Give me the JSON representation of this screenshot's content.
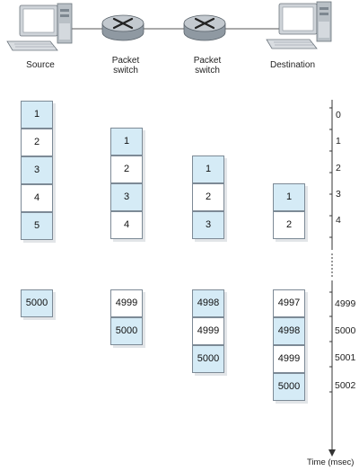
{
  "nodes": [
    {
      "id": "source",
      "label": "Source",
      "kind": "computer"
    },
    {
      "id": "switch1",
      "label": "Packet\nswitch",
      "kind": "router"
    },
    {
      "id": "switch2",
      "label": "Packet\nswitch",
      "kind": "router"
    },
    {
      "id": "destination",
      "label": "Destination",
      "kind": "computer"
    }
  ],
  "columns_top": [
    {
      "node": "source",
      "packets": [
        "1",
        "2",
        "3",
        "4",
        "5"
      ],
      "highlight": [
        0,
        2,
        4
      ]
    },
    {
      "node": "switch1",
      "packets": [
        "1",
        "2",
        "3",
        "4"
      ],
      "highlight": [
        0,
        2
      ]
    },
    {
      "node": "switch2",
      "packets": [
        "1",
        "2",
        "3"
      ],
      "highlight": [
        0,
        2
      ]
    },
    {
      "node": "destination",
      "packets": [
        "1",
        "2"
      ],
      "highlight": [
        0
      ]
    }
  ],
  "columns_bottom": [
    {
      "node": "source",
      "packets": [
        "5000"
      ],
      "highlight": [
        0
      ]
    },
    {
      "node": "switch1",
      "packets": [
        "4999",
        "5000"
      ],
      "highlight": [
        1
      ]
    },
    {
      "node": "switch2",
      "packets": [
        "4998",
        "4999",
        "5000"
      ],
      "highlight": [
        0,
        2
      ]
    },
    {
      "node": "destination",
      "packets": [
        "4997",
        "4998",
        "4999",
        "5000"
      ],
      "highlight": [
        1,
        3
      ]
    }
  ],
  "time_axis": {
    "ticks_top": [
      "0",
      "1",
      "2",
      "3",
      "4"
    ],
    "ticks_bottom": [
      "4999",
      "5000",
      "5001",
      "5002"
    ],
    "caption": "Time (msec)"
  },
  "colors": {
    "highlight": "#d5ebf6",
    "border": "#7d8a96",
    "router_body": "#9aa3ab",
    "computer_body": "#cfd4d9"
  },
  "icons": {
    "computer": "desktop-computer-icon",
    "router": "packet-switch-router-icon"
  }
}
